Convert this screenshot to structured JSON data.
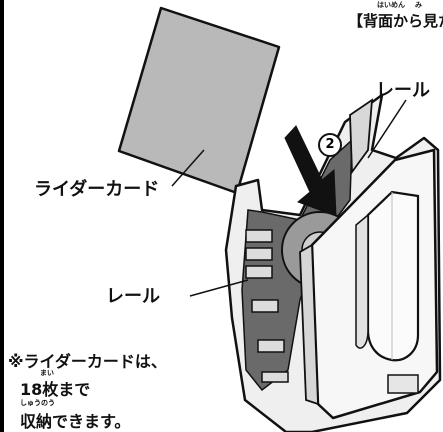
{
  "view_label": "【背面から見た図",
  "view_ruby": {
    "haimen": "はいめん",
    "mi": "み"
  },
  "labels": {
    "rail_top": "レール",
    "card": "ライダーカード",
    "rail_left": "レール"
  },
  "step_number": "2",
  "note": {
    "line1": "※ライダーカードは、",
    "line2": "18枚まで",
    "line2_ruby": "まい",
    "line3": "収納できます。",
    "line3_ruby": "しゅうのう"
  }
}
